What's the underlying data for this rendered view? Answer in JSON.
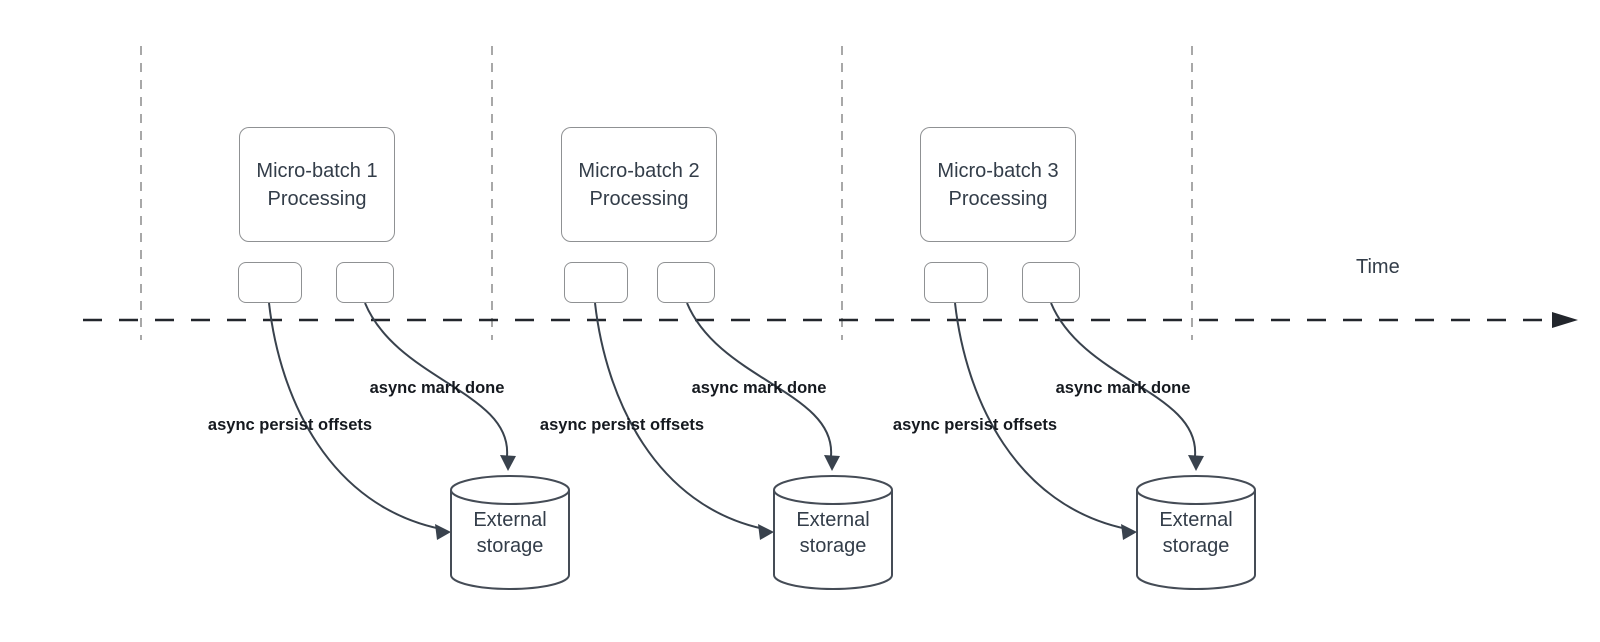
{
  "diagram": {
    "time_axis": {
      "label": "Time"
    },
    "batches": [
      {
        "box_label_line1": "Micro-batch 1",
        "box_label_line2": "Processing",
        "persist_arrow_label": "async persist offsets",
        "mark_done_arrow_label": "async mark done",
        "storage_line1": "External",
        "storage_line2": "storage"
      },
      {
        "box_label_line1": "Micro-batch 2",
        "box_label_line2": "Processing",
        "persist_arrow_label": "async persist offsets",
        "mark_done_arrow_label": "async mark done",
        "storage_line1": "External",
        "storage_line2": "storage"
      },
      {
        "box_label_line1": "Micro-batch 3",
        "box_label_line2": "Processing",
        "persist_arrow_label": "async persist offsets",
        "mark_done_arrow_label": "async mark done",
        "storage_line1": "External",
        "storage_line2": "storage"
      }
    ],
    "colors": {
      "arrow": "#39424d",
      "time_axis": "#22262c",
      "guide_line": "#a8a8a8",
      "box_border": "#8f9193",
      "cylinder_border": "#454c56",
      "node_text": "#333d49",
      "bold_label": "#15191f",
      "background": "#ffffff"
    }
  }
}
